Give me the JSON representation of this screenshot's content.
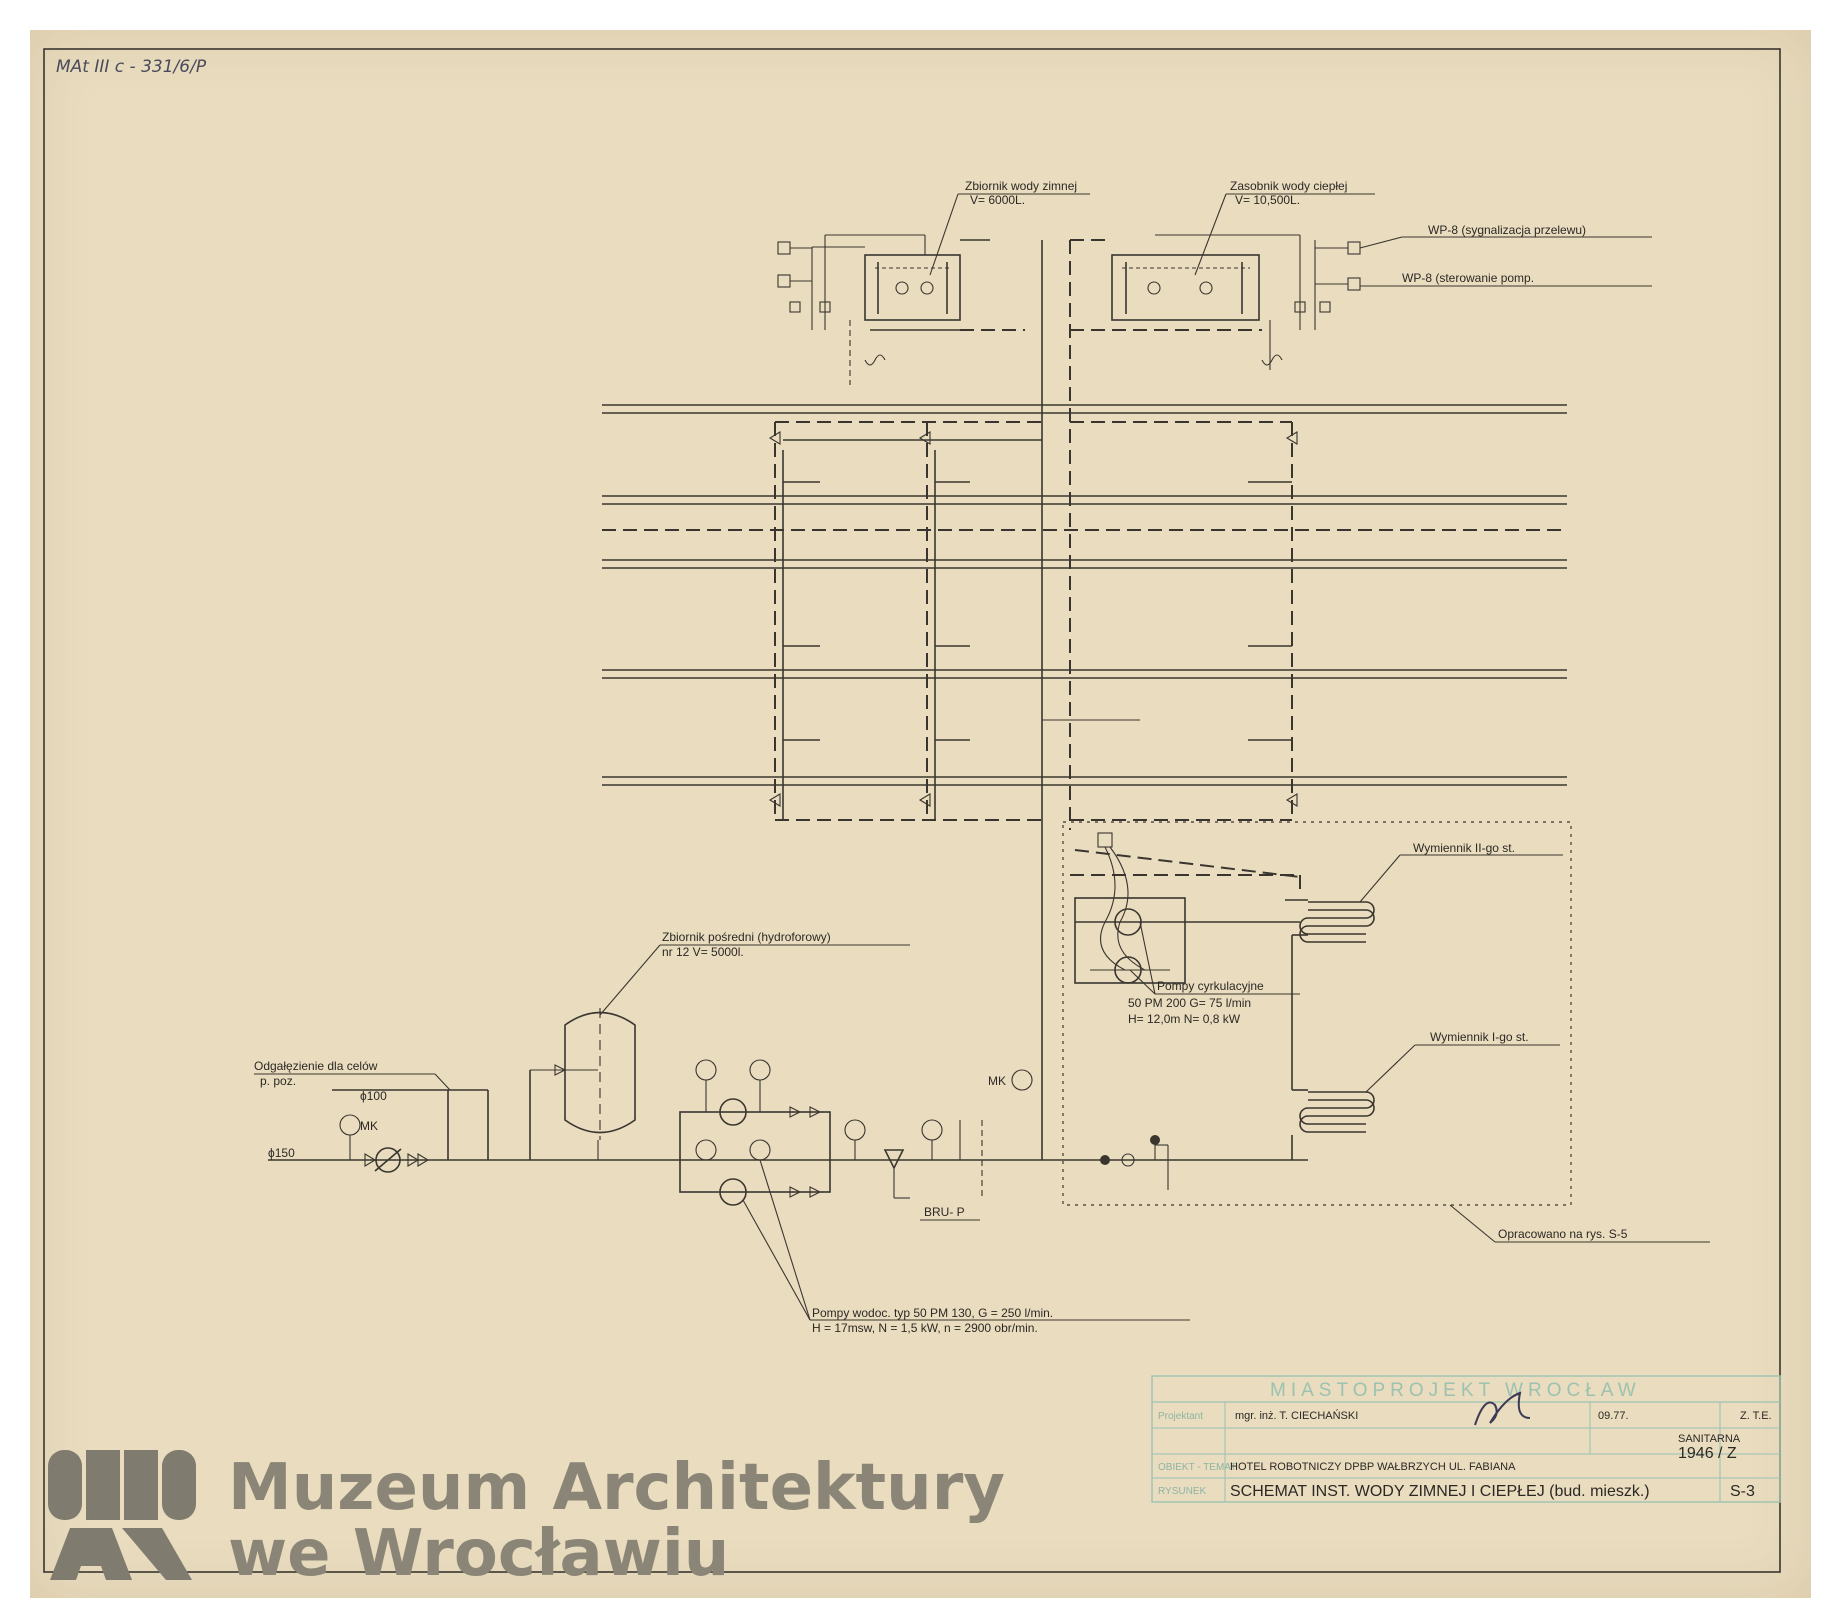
{
  "catalog_number": "MAt III c - 331/6/P",
  "labels": {
    "cold_tank_title": "Zbiornik wody zimnej",
    "cold_tank_volume": "V= 6000L.",
    "hot_tank_title": "Zasobnik wody ciepłej",
    "hot_tank_volume": "V= 10,500L.",
    "wp8_overflow": "WP-8 (sygnalizacja przelewu)",
    "wp8_pump": "WP-8 (sterowanie pomp.",
    "exchanger_2": "Wymiennik II-go st.",
    "exchanger_1": "Wymiennik I-go st.",
    "circ_pumps_title": "Pompy cyrkulacyjne",
    "circ_pumps_line1": "50 PM 200 G= 75 l/min",
    "circ_pumps_line2": "H= 12,0m N= 0,8 kW",
    "hydro_tank_title": "Zbiornik pośredni (hydroforowy)",
    "hydro_tank_line2": "nr 12 V= 5000l.",
    "branch_line1": "Odgałęzienie dla celów",
    "branch_line2": "p. poz.",
    "d100": "ϕ100",
    "d150": "ϕ150",
    "mk1": "MK",
    "mk2": "MK",
    "bru": "BRU- P",
    "worked_out": "Opracowano na rys. S-5",
    "pumps_line1": "Pompy wodoc. typ 50 PM 130, G = 250 l/min.",
    "pumps_line2": "H = 17msw, N = 1,5 kW, n = 2900 obr/min."
  },
  "title_block": {
    "office_stamp": "MIASTOPROJEKT WROCŁAW",
    "role_label": "Projektant",
    "designer": "mgr. inż. T. CIECHAŃSKI",
    "date": "09.77.",
    "dept_code": "Z. T.E.",
    "branch": "SANITARNA",
    "project_number": "1946 / Z",
    "object_label": "OBIEKT - TEMAT",
    "object": "HOTEL ROBOTNICZY DPBP WAŁBRZYCH UL. FABIANA",
    "drawing_label": "RYSUNEK",
    "drawing_title": "SCHEMAT INST. WODY ZIMNEJ I CIEPŁEJ (bud. mieszk.)",
    "sheet": "S-3"
  },
  "watermark": {
    "line1": "Muzeum Architektury",
    "line2": "we Wrocławiu"
  }
}
